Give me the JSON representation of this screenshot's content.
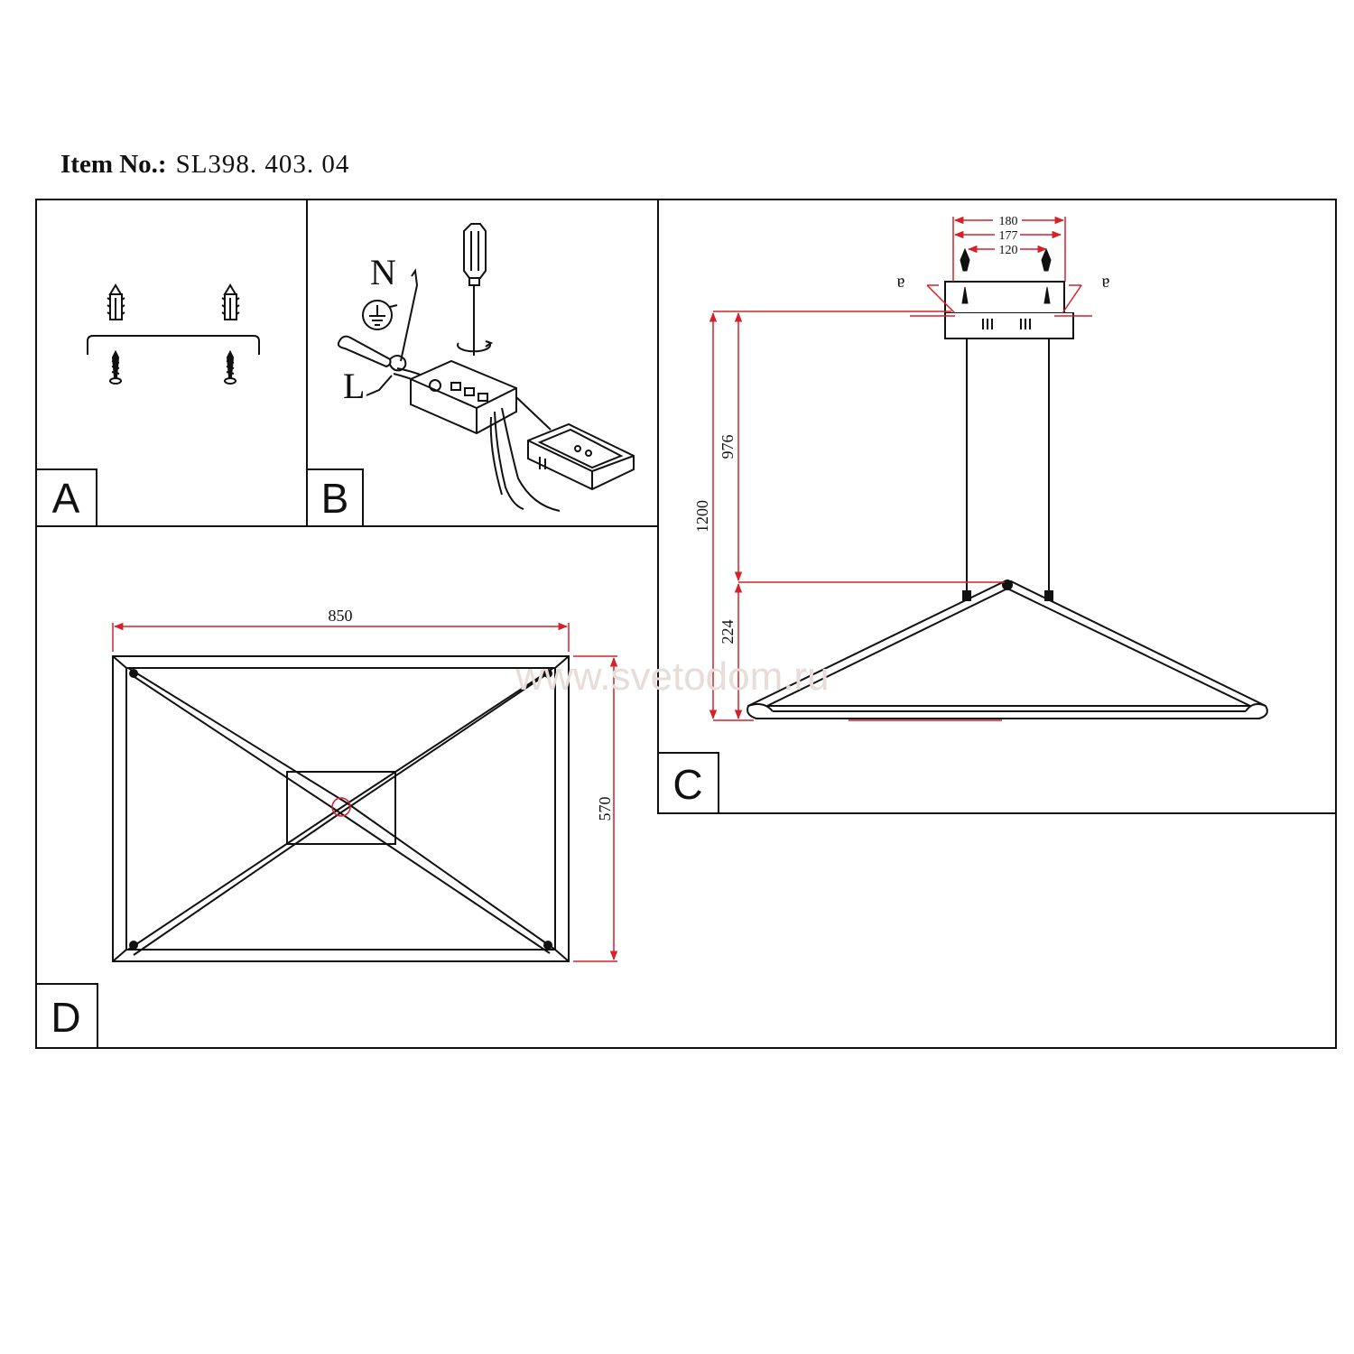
{
  "header": {
    "item_label": "Item No.:",
    "item_number": "SL398. 403. 04"
  },
  "panels": {
    "a": "A",
    "b": "B",
    "c": "C",
    "d": "D"
  },
  "wiring": {
    "neutral_label": "N",
    "live_label": "L"
  },
  "dimensions": {
    "mount_outer": "180",
    "mount_mid": "177",
    "mount_inner": "120",
    "total_height": "1200",
    "cable_length": "976",
    "frame_height": "224",
    "frame_width": "850",
    "frame_depth": "570"
  },
  "rotation_arrows": {
    "left": "ɐ",
    "right": "ɐ"
  },
  "watermark": "www.svetodom.ru",
  "colors": {
    "line": "#111111",
    "dimension": "#d6202a",
    "watermark": "#e8dcd8"
  }
}
